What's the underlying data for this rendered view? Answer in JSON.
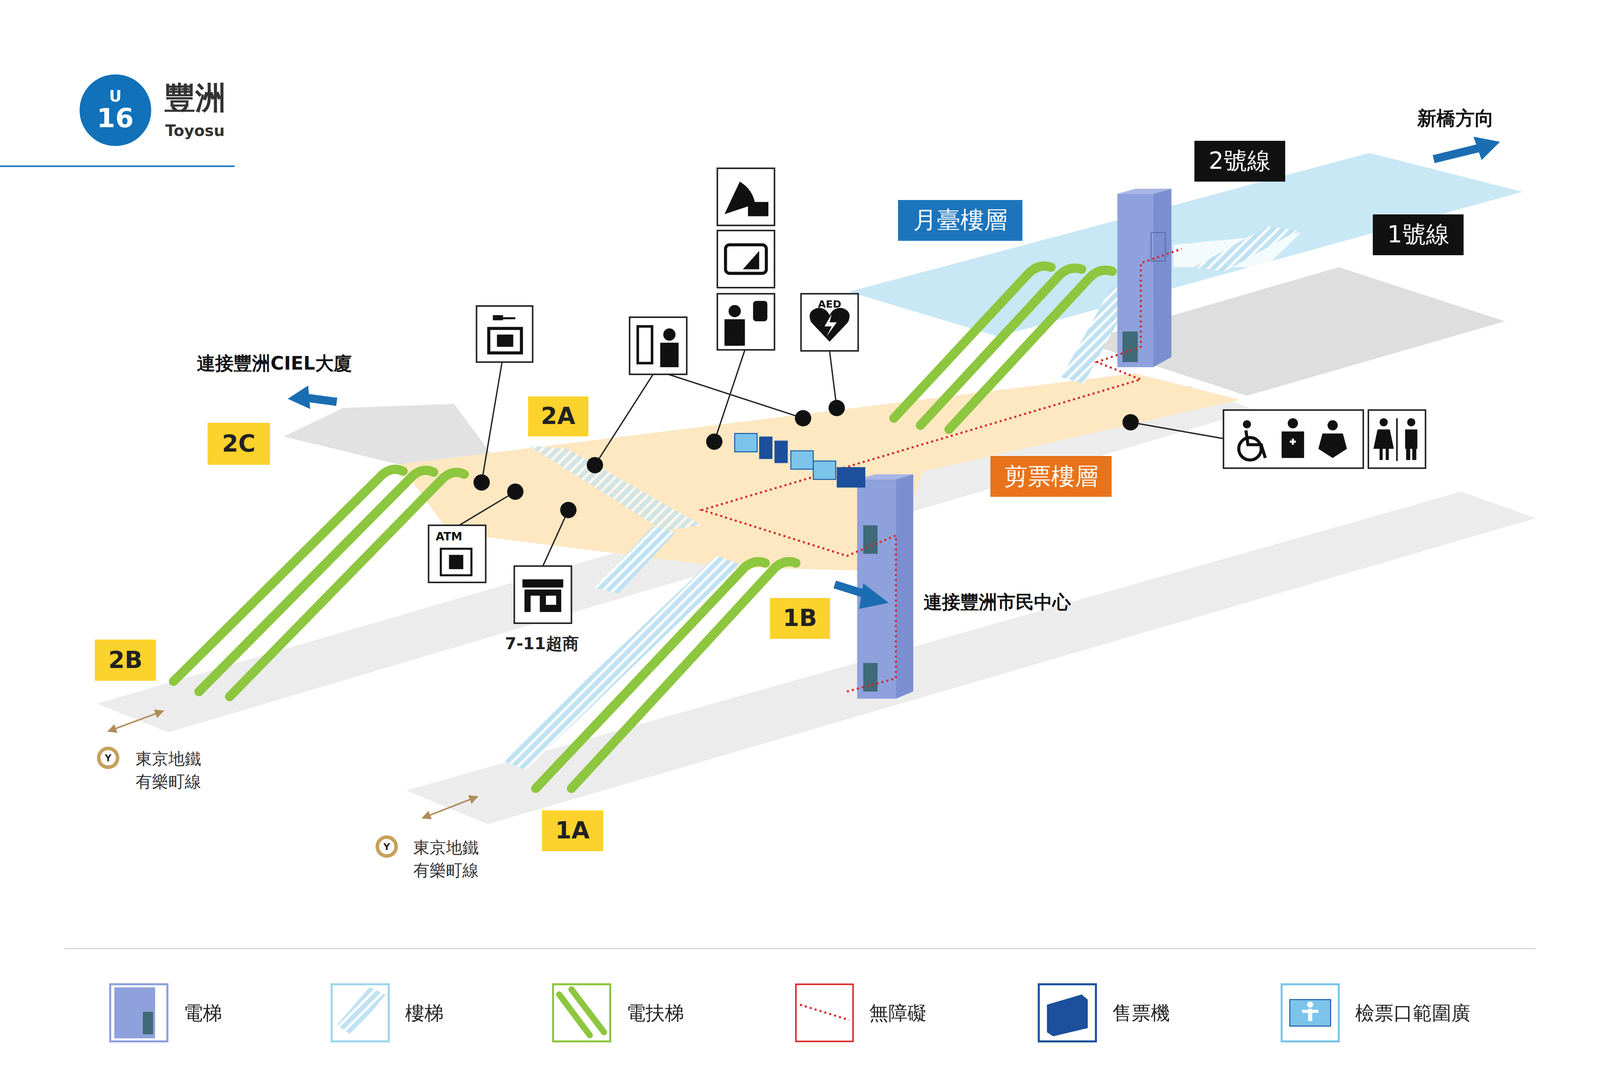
{
  "diagram": {
    "title": "豐洲",
    "nodes": [
      {
        "text": [
          "U",
          "16"
        ]
      },
      {
        "text": [
          "2號線"
        ]
      },
      {
        "text": [
          "月臺樓層"
        ]
      },
      {
        "text": [
          "1號線"
        ]
      },
      {
        "text": [
          "2A"
        ]
      },
      {
        "text": [
          "2C"
        ]
      },
      {
        "text": [
          "剪票樓層"
        ]
      },
      {
        "text": [
          "1B"
        ]
      },
      {
        "text": [
          "2B"
        ]
      },
      {
        "text": [
          "1A"
        ]
      }
    ],
    "labels": [
      "Toyosu",
      "新橋方向",
      "連接豐洲CIEL大廈",
      "AED",
      "ATM",
      "7-11超商",
      "連接豐洲市民中心",
      "Y",
      "東京地鐵 有樂町線",
      "Y",
      "東京地鐵 有樂町線"
    ],
    "legend": [
      {
        "text": "電梯"
      },
      {
        "text": "樓梯"
      },
      {
        "text": "電扶梯"
      },
      {
        "text": "無障礙"
      },
      {
        "text": "售票機"
      },
      {
        "text": "檢票口範圍廣"
      }
    ]
  }
}
